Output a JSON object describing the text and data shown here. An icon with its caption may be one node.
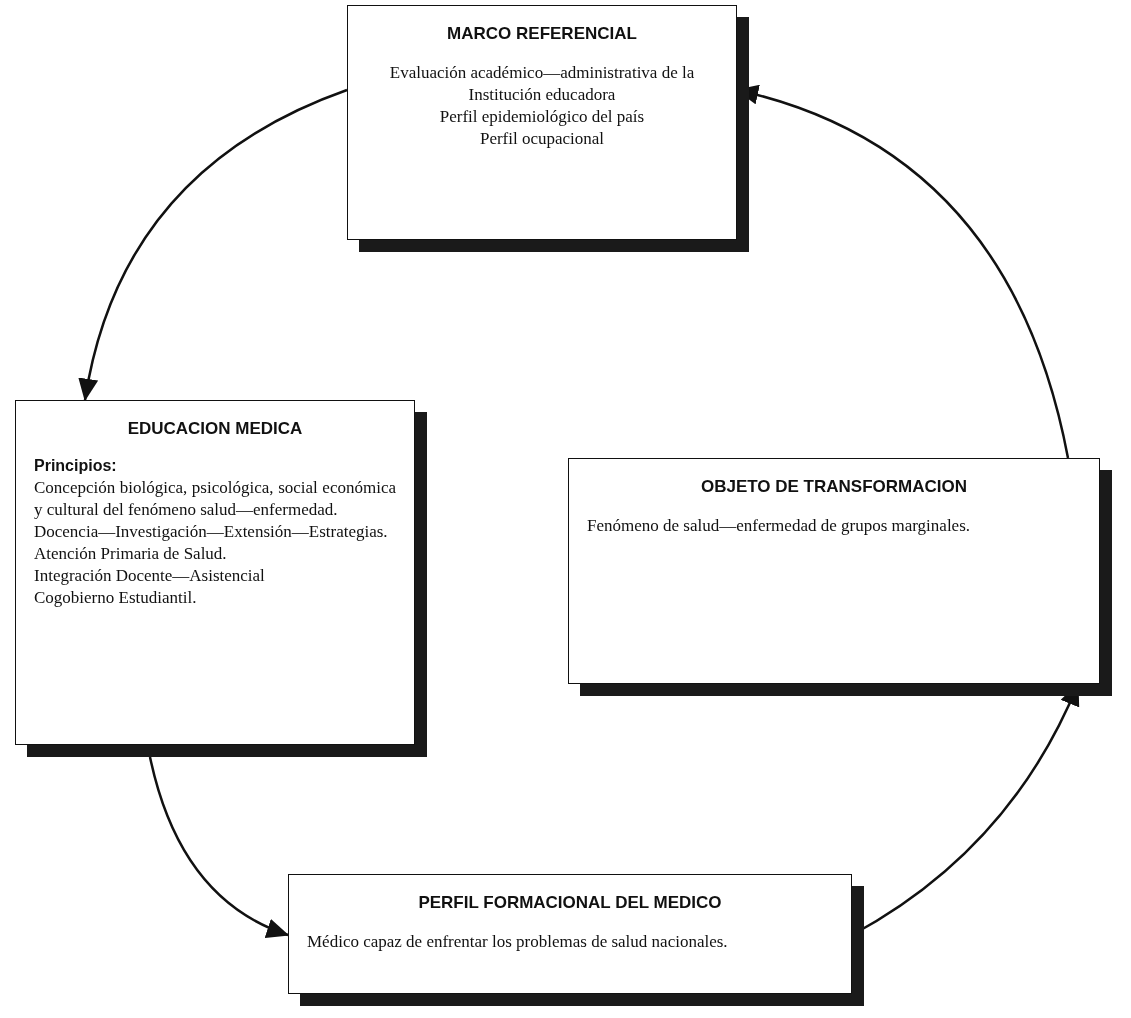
{
  "diagram": {
    "nodes": [
      {
        "text": [
          "MARCO REFERENCIAL",
          "Evaluación académico—administrativa de la Institución educadora",
          "Perfil epidemiológico del país",
          "Perfil ocupacional"
        ]
      },
      {
        "text": [
          "EDUCACION MEDICA",
          "Principios:",
          "Concepción biológica, psicológica, social económica y cultural del fenómeno salud—enfermedad.",
          "Docencia—Investigación—Extensión—Estrategias.",
          "Atención Primaria de Salud.",
          "Integración Docente—Asistencial",
          "Cogobierno Estudiantil."
        ]
      },
      {
        "text": [
          "OBJETO DE TRANSFORMACION",
          "Fenómeno de salud—enfermedad de grupos marginales."
        ]
      },
      {
        "text": [
          "PERFIL FORMACIONAL DEL MEDICO",
          "Médico capaz de enfrentar los problemas de salud nacionales."
        ]
      }
    ],
    "edges": [
      {
        "from": 0,
        "to": 1,
        "arrow": "to"
      },
      {
        "from": 1,
        "to": 3,
        "arrow": "to"
      },
      {
        "from": 3,
        "to": 2,
        "arrow": "to"
      },
      {
        "from": 2,
        "to": 0,
        "arrow": "to"
      }
    ]
  }
}
